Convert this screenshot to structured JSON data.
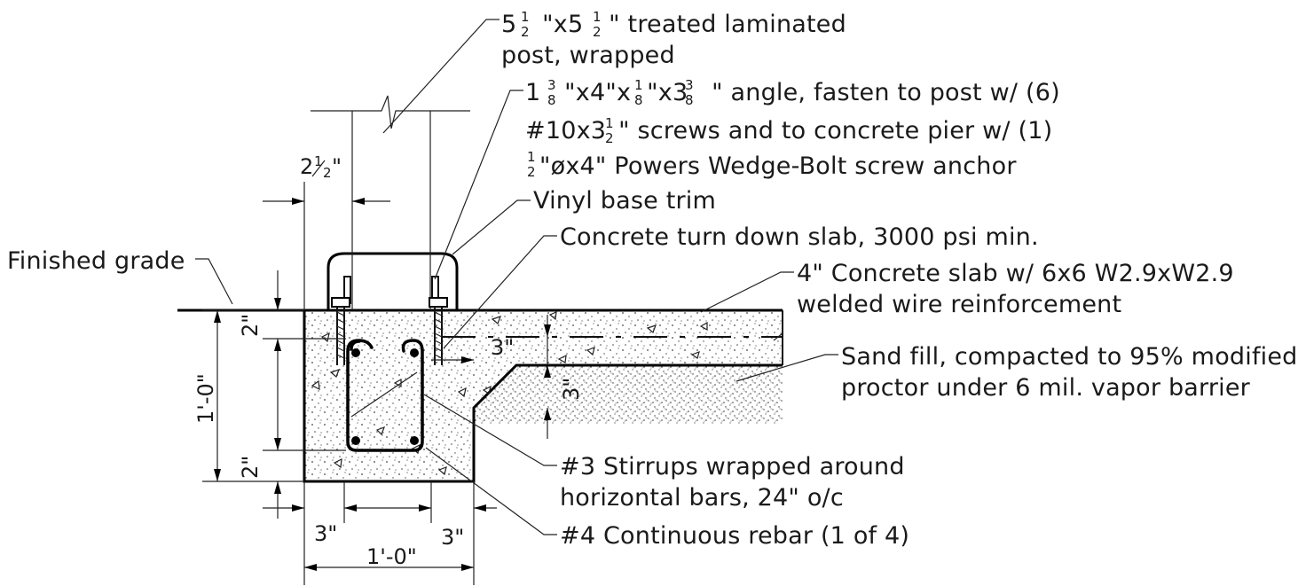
{
  "notes": {
    "post": {
      "line1_pre": "5 ",
      "frac1_n": "1",
      "frac1_d": "2",
      "line1_mid": "\"x5 ",
      "frac2_n": "1",
      "frac2_d": "2",
      "line1_post": "\" treated laminated",
      "line2": "post, wrapped"
    },
    "angle": {
      "l1_pre": "1 ",
      "f1n": "3",
      "f1d": "8",
      "l1_a": "\"x4\"x",
      "f2n": "1",
      "f2d": "8",
      "l1_b": "\"x3 ",
      "f3n": "3",
      "f3d": "8",
      "l1_post": "\" angle, fasten to post w/ (6)",
      "l2_pre": "#10x3",
      "f4n": "1",
      "f4d": "2",
      "l2_post": "\" screws and to concrete pier w/ (1)",
      "f5n": "1",
      "f5d": "2",
      "l3_post": "\"øx4\" Powers Wedge-Bolt screw anchor"
    },
    "vinyl": "Vinyl base trim",
    "turndown": "Concrete turn down slab, 3000 psi min.",
    "finished_grade": "Finished grade",
    "slab": {
      "line1": "4\" Concrete slab w/ 6x6 W2.9xW2.9",
      "line2": "welded wire reinforcement"
    },
    "sand": {
      "line1": "Sand fill, compacted to 95% modified",
      "line2": "proctor under 6 mil. vapor barrier"
    },
    "stirrups": {
      "line1": "#3 Stirrups wrapped around",
      "line2": "horizontal bars, 24\" o/c"
    },
    "rebar": "#4 Continuous rebar (1 of 4)"
  },
  "dimensions": {
    "post_offset": {
      "whole": "2",
      "n": "1",
      "d": "2",
      "unit": "\""
    },
    "cover_top": "2\"",
    "depth": "1'-0\"",
    "cover_bottom": "2\"",
    "side_left": "3\"",
    "side_right": "3\"",
    "width": "1'-0\"",
    "slab_step": "3\"",
    "slab_thickness": "3\""
  }
}
